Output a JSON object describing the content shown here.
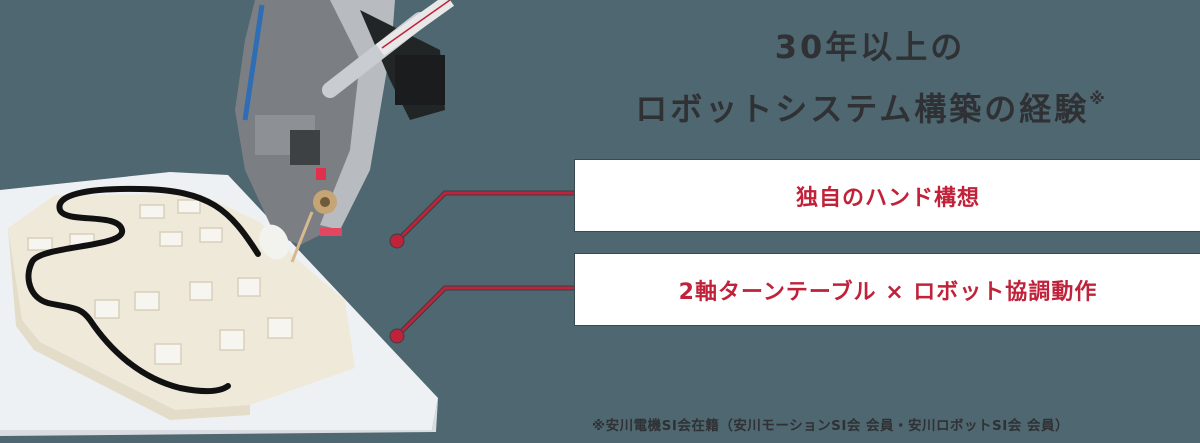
{
  "headline": {
    "line1": "30年以上の",
    "line2": "ロボットシステム構築の経験",
    "mark": "※"
  },
  "features": [
    {
      "label": "独自のハンド構想"
    },
    {
      "label": "2軸ターンテーブル × ロボット協調動作"
    }
  ],
  "footnote": "※安川電機SI会在籍（安川モーションSI会 会員・安川ロボットSI会 会員）",
  "image": {
    "description": "robot-hand-applying-sealant-on-white-jig-plate"
  },
  "colors": {
    "background": "#4e6770",
    "accent": "#c0223a",
    "text_dark": "#2f3134",
    "box": "#ffffff"
  }
}
